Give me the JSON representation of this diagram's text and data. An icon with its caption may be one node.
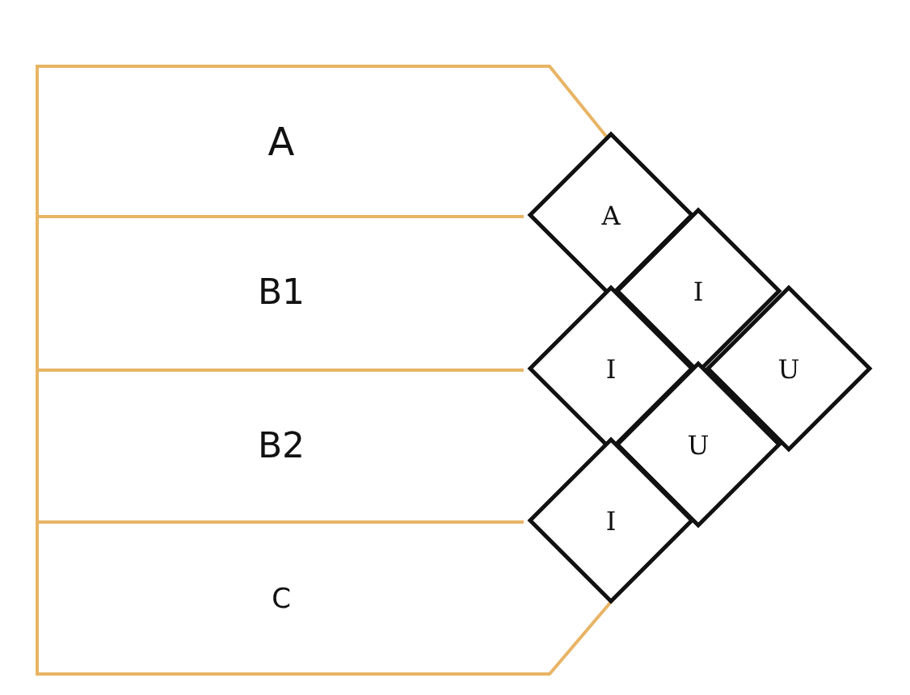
{
  "diagram": {
    "nodes": [
      {
        "text": [
          "A"
        ]
      },
      {
        "text": [
          "B1"
        ]
      },
      {
        "text": [
          "B2"
        ]
      },
      {
        "text": [
          "C"
        ]
      },
      {
        "text": [
          "A"
        ]
      },
      {
        "text": [
          "I"
        ]
      },
      {
        "text": [
          "I"
        ]
      },
      {
        "text": [
          "U"
        ]
      },
      {
        "text": [
          "U"
        ]
      },
      {
        "text": [
          "I"
        ]
      }
    ]
  }
}
